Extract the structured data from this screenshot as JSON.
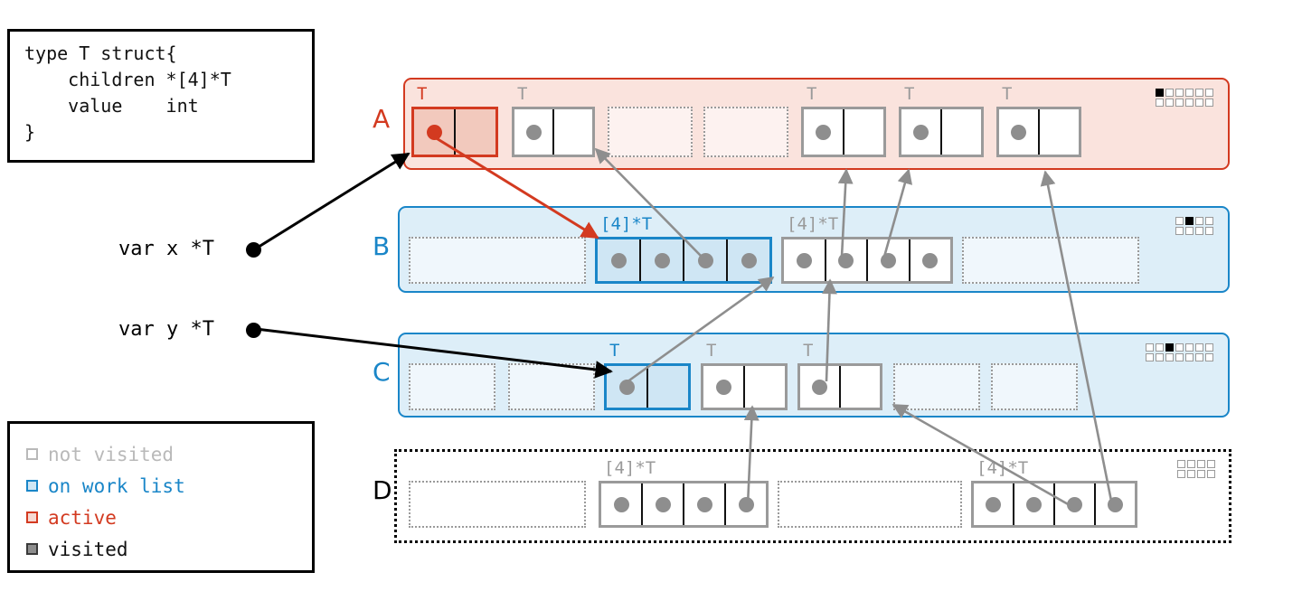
{
  "code_box": {
    "text": "type T struct{\n    children *[4]*T\n    value    int\n}"
  },
  "legend": {
    "items": [
      {
        "label": "not visited",
        "color": "#b9b9b9",
        "fill": "#ffffff"
      },
      {
        "label": "on work list",
        "color": "#1a86c8",
        "fill": "#cfe6f4"
      },
      {
        "label": "active",
        "color": "#d33a20",
        "fill": "#f6d9d2"
      },
      {
        "label": "visited",
        "color": "#3a3a3a",
        "fill": "#8e8e8e"
      }
    ]
  },
  "variables": [
    {
      "name": "var x *T"
    },
    {
      "name": "var y *T"
    }
  ],
  "colors": {
    "active_red": "#d33a20",
    "worklist_blue": "#1a86c8",
    "not_visited_gray": "#9a9a9a",
    "visited_dot": "#8e8e8e",
    "band_red_fill": "#fae3dd",
    "band_blue_fill": "#ddeef8"
  },
  "rows": [
    {
      "label": "A",
      "label_color": "#d33a20",
      "band_style": "solid-red",
      "indicator": {
        "cols": 6,
        "rows": 2,
        "filled_index": 0
      },
      "slots": [
        {
          "kind": "tcell",
          "state": "active",
          "type_label": "T",
          "dot": "red",
          "dotted": false
        },
        {
          "kind": "tcell",
          "state": "not-visited",
          "type_label": "T",
          "dot": "gray",
          "dotted": false
        },
        {
          "kind": "empty",
          "state": "empty",
          "type_label": "",
          "dot": "none",
          "dotted": true
        },
        {
          "kind": "empty",
          "state": "empty",
          "type_label": "",
          "dot": "none",
          "dotted": true
        },
        {
          "kind": "tcell",
          "state": "not-visited",
          "type_label": "T",
          "dot": "gray",
          "dotted": false
        },
        {
          "kind": "tcell",
          "state": "not-visited",
          "type_label": "T",
          "dot": "gray",
          "dotted": false
        },
        {
          "kind": "tcell",
          "state": "not-visited",
          "type_label": "T",
          "dot": "gray",
          "dotted": false
        }
      ]
    },
    {
      "label": "B",
      "label_color": "#1a86c8",
      "band_style": "solid-blue",
      "indicator": {
        "cols": 4,
        "rows": 2,
        "filled_index": 1
      },
      "slots": [
        {
          "kind": "empty",
          "state": "empty",
          "type_label": "",
          "dot": "none",
          "dotted": true
        },
        {
          "kind": "array",
          "state": "on-worklist",
          "type_label": "[4]*T",
          "dot": "gray",
          "dotted": false
        },
        {
          "kind": "array",
          "state": "not-visited",
          "type_label": "[4]*T",
          "dot": "gray",
          "dotted": false
        },
        {
          "kind": "empty",
          "state": "empty",
          "type_label": "",
          "dot": "none",
          "dotted": true
        }
      ]
    },
    {
      "label": "C",
      "label_color": "#1a86c8",
      "band_style": "solid-blue",
      "indicator": {
        "cols": 7,
        "rows": 2,
        "filled_index": 2
      },
      "slots": [
        {
          "kind": "empty",
          "state": "empty",
          "type_label": "",
          "dot": "none",
          "dotted": true
        },
        {
          "kind": "empty",
          "state": "empty",
          "type_label": "",
          "dot": "none",
          "dotted": true
        },
        {
          "kind": "tcell",
          "state": "on-worklist",
          "type_label": "T",
          "dot": "gray",
          "dotted": false
        },
        {
          "kind": "tcell",
          "state": "not-visited",
          "type_label": "T",
          "dot": "gray",
          "dotted": false
        },
        {
          "kind": "tcell",
          "state": "not-visited",
          "type_label": "T",
          "dot": "gray",
          "dotted": false
        },
        {
          "kind": "empty",
          "state": "empty",
          "type_label": "",
          "dot": "none",
          "dotted": true
        },
        {
          "kind": "empty",
          "state": "empty",
          "type_label": "",
          "dot": "none",
          "dotted": true
        }
      ]
    },
    {
      "label": "D",
      "label_color": "#000000",
      "band_style": "dashed-black",
      "indicator": {
        "cols": 4,
        "rows": 2,
        "filled_index": -1
      },
      "slots": [
        {
          "kind": "empty",
          "state": "empty",
          "type_label": "",
          "dot": "none",
          "dotted": true
        },
        {
          "kind": "array",
          "state": "not-visited",
          "type_label": "[4]*T",
          "dot": "gray",
          "dotted": false
        },
        {
          "kind": "empty",
          "state": "empty",
          "type_label": "",
          "dot": "none",
          "dotted": true
        },
        {
          "kind": "array",
          "state": "not-visited",
          "type_label": "[4]*T",
          "dot": "gray",
          "dotted": false
        }
      ]
    }
  ]
}
